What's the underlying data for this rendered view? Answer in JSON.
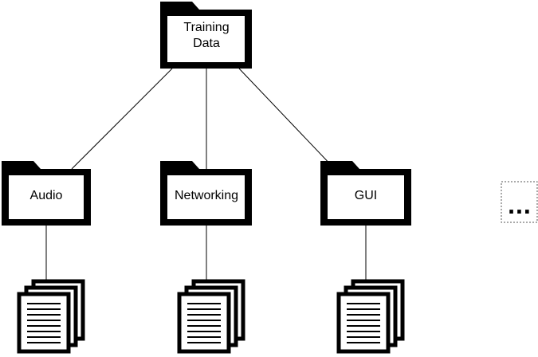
{
  "root": {
    "label_line1": "Training",
    "label_line2": "Data"
  },
  "folders": [
    {
      "id": "audio",
      "label": "Audio",
      "icon": "folder-icon"
    },
    {
      "id": "networking",
      "label": "Networking",
      "icon": "folder-icon"
    },
    {
      "id": "gui",
      "label": "GUI",
      "icon": "folder-icon"
    }
  ],
  "more": {
    "label": "..."
  },
  "file_stack_icon": "document-stack-icon",
  "colors": {
    "stroke": "#000000",
    "fill": "#ffffff"
  }
}
